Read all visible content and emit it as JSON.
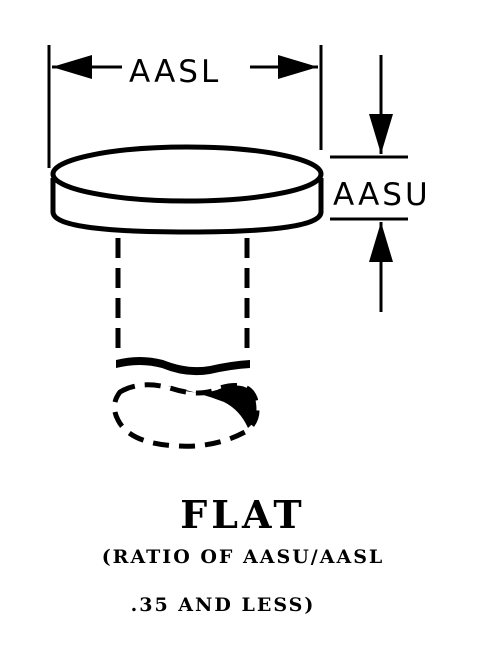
{
  "dimensions": {
    "width_label": "AASL",
    "height_label": "AASU"
  },
  "caption": {
    "title": "FLAT",
    "line1": "(RATIO OF AASU/AASL",
    "line2": ".35 AND LESS)"
  },
  "colors": {
    "ink": "#000000",
    "paper": "#ffffff"
  }
}
